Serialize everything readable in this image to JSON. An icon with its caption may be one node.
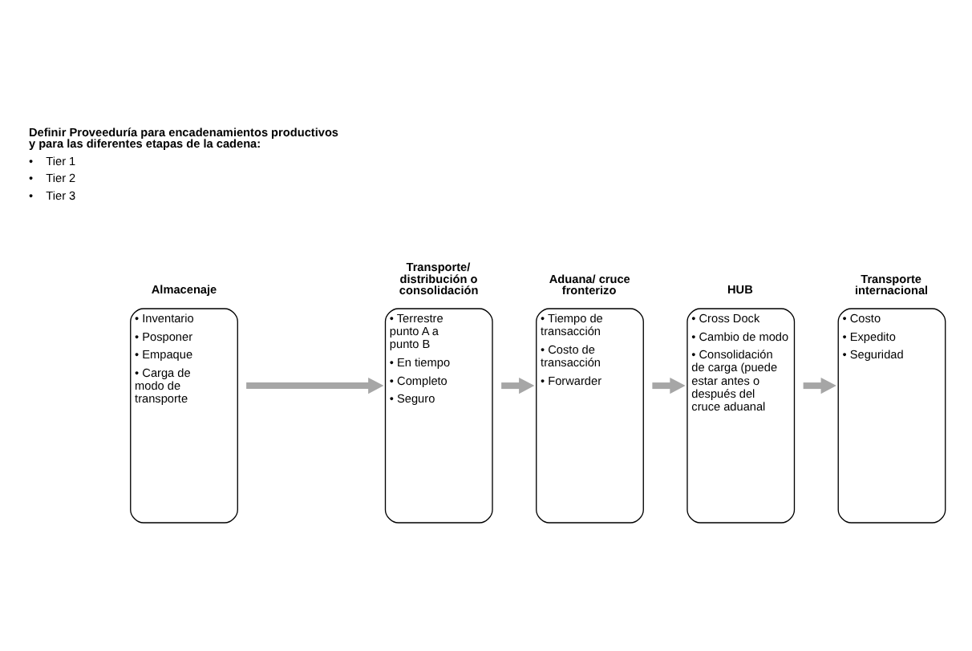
{
  "diagram": {
    "nodes": [
      {
        "text": [
          "Almacenaje",
          "• Inventario",
          "• Posponer",
          "• Empaque",
          "• Carga de modo de transporte"
        ]
      },
      {
        "text": [
          "Transporte/ distribución o consolidación",
          "• Terrestre punto A a punto B",
          "• En tiempo",
          "• Completo",
          "• Seguro"
        ]
      },
      {
        "text": [
          "Aduana/ cruce fronterizo",
          "• Tiempo de transacción",
          "• Costo de transacción",
          "• Forwarder"
        ]
      },
      {
        "text": [
          "HUB",
          "• Cross Dock",
          "• Cambio de modo",
          "• Consolidación de carga (puede estar antes o después del cruce aduanal"
        ]
      },
      {
        "text": [
          "Transporte internacional",
          "• Costo",
          "• Expedito",
          "• Seguridad"
        ]
      }
    ],
    "edges": [
      {
        "from": 0,
        "to": 1,
        "arrow": "to"
      },
      {
        "from": 1,
        "to": 2,
        "arrow": "to"
      },
      {
        "from": 2,
        "to": 3,
        "arrow": "to"
      },
      {
        "from": 3,
        "to": 4,
        "arrow": "to"
      }
    ],
    "labels": [
      "Definir Proveeduría para encadenamientos productivos y para las diferentes etapas de la cadena:",
      "•    Tier 1",
      "•    Tier 2",
      "•    Tier 3"
    ]
  }
}
